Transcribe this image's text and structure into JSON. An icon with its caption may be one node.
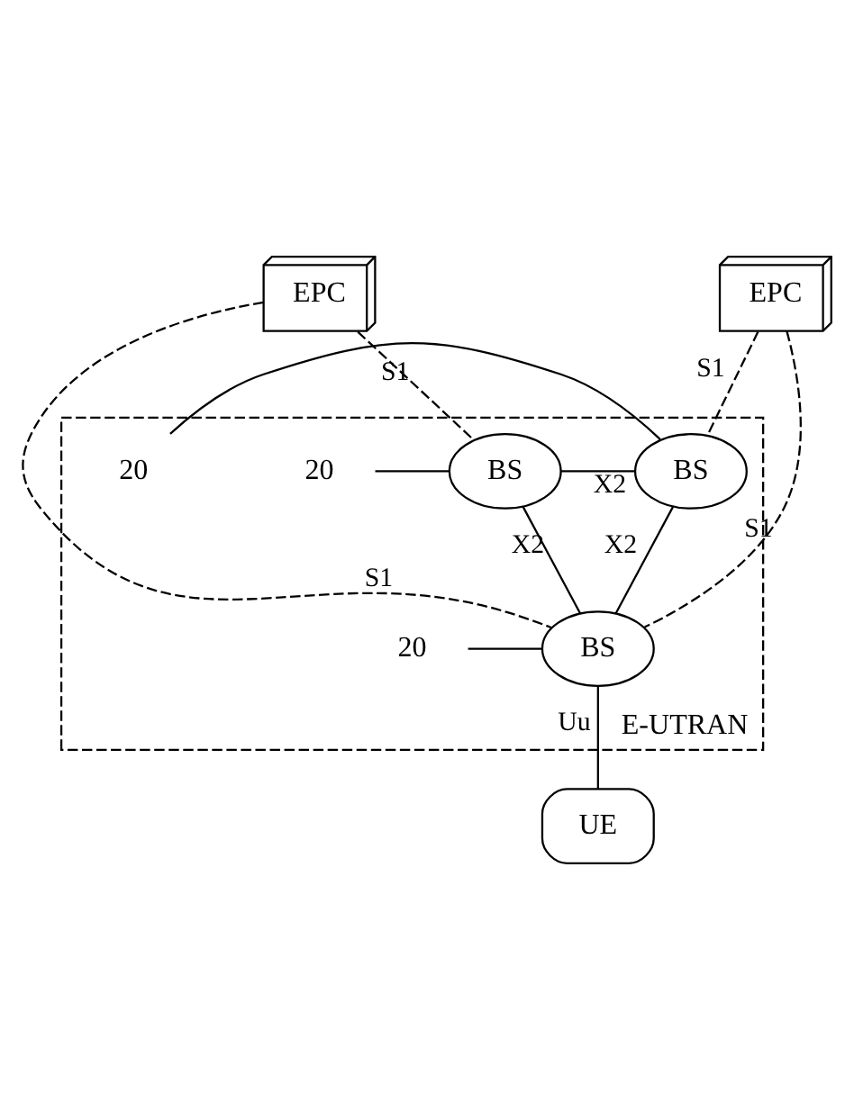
{
  "diagram": {
    "nodes": [
      {
        "text": [
          "EPC"
        ]
      },
      {
        "text": [
          "EPC"
        ]
      },
      {
        "text": [
          "E-UTRAN"
        ]
      },
      {
        "text": [
          "20"
        ],
        "in": 2
      },
      {
        "text": [
          "BS"
        ],
        "in": 2
      },
      {
        "text": [
          "20"
        ],
        "in": 2
      },
      {
        "text": [
          "BS"
        ],
        "in": 2
      },
      {
        "text": [
          "20"
        ],
        "in": 2
      },
      {
        "text": [
          "BS"
        ],
        "in": 2
      },
      {
        "text": [
          "UE"
        ]
      }
    ],
    "edges": [
      {
        "from": 0,
        "to": 4,
        "label": "S1",
        "arrow": "none",
        "style": "dashed"
      },
      {
        "from": 0,
        "to": 8,
        "label": "S1",
        "arrow": "none",
        "style": "dashed"
      },
      {
        "from": 1,
        "to": 8,
        "label": "S1",
        "arrow": "none",
        "style": "dashed"
      },
      {
        "from": 1,
        "to": 6,
        "label": "S1",
        "arrow": "none",
        "style": "dashed"
      },
      {
        "from": 4,
        "to": 6,
        "label": "X2",
        "arrow": "none"
      },
      {
        "from": 4,
        "to": 8,
        "label": "X2",
        "arrow": "none"
      },
      {
        "from": 6,
        "to": 8,
        "label": "X2",
        "arrow": "none"
      },
      {
        "from": 3,
        "to": 4,
        "arrow": "none"
      },
      {
        "from": 5,
        "to": 6,
        "arrow": "none"
      },
      {
        "from": 7,
        "to": 8,
        "arrow": "none"
      },
      {
        "from": 8,
        "to": 9,
        "label": "Uu",
        "arrow": "none"
      }
    ]
  }
}
